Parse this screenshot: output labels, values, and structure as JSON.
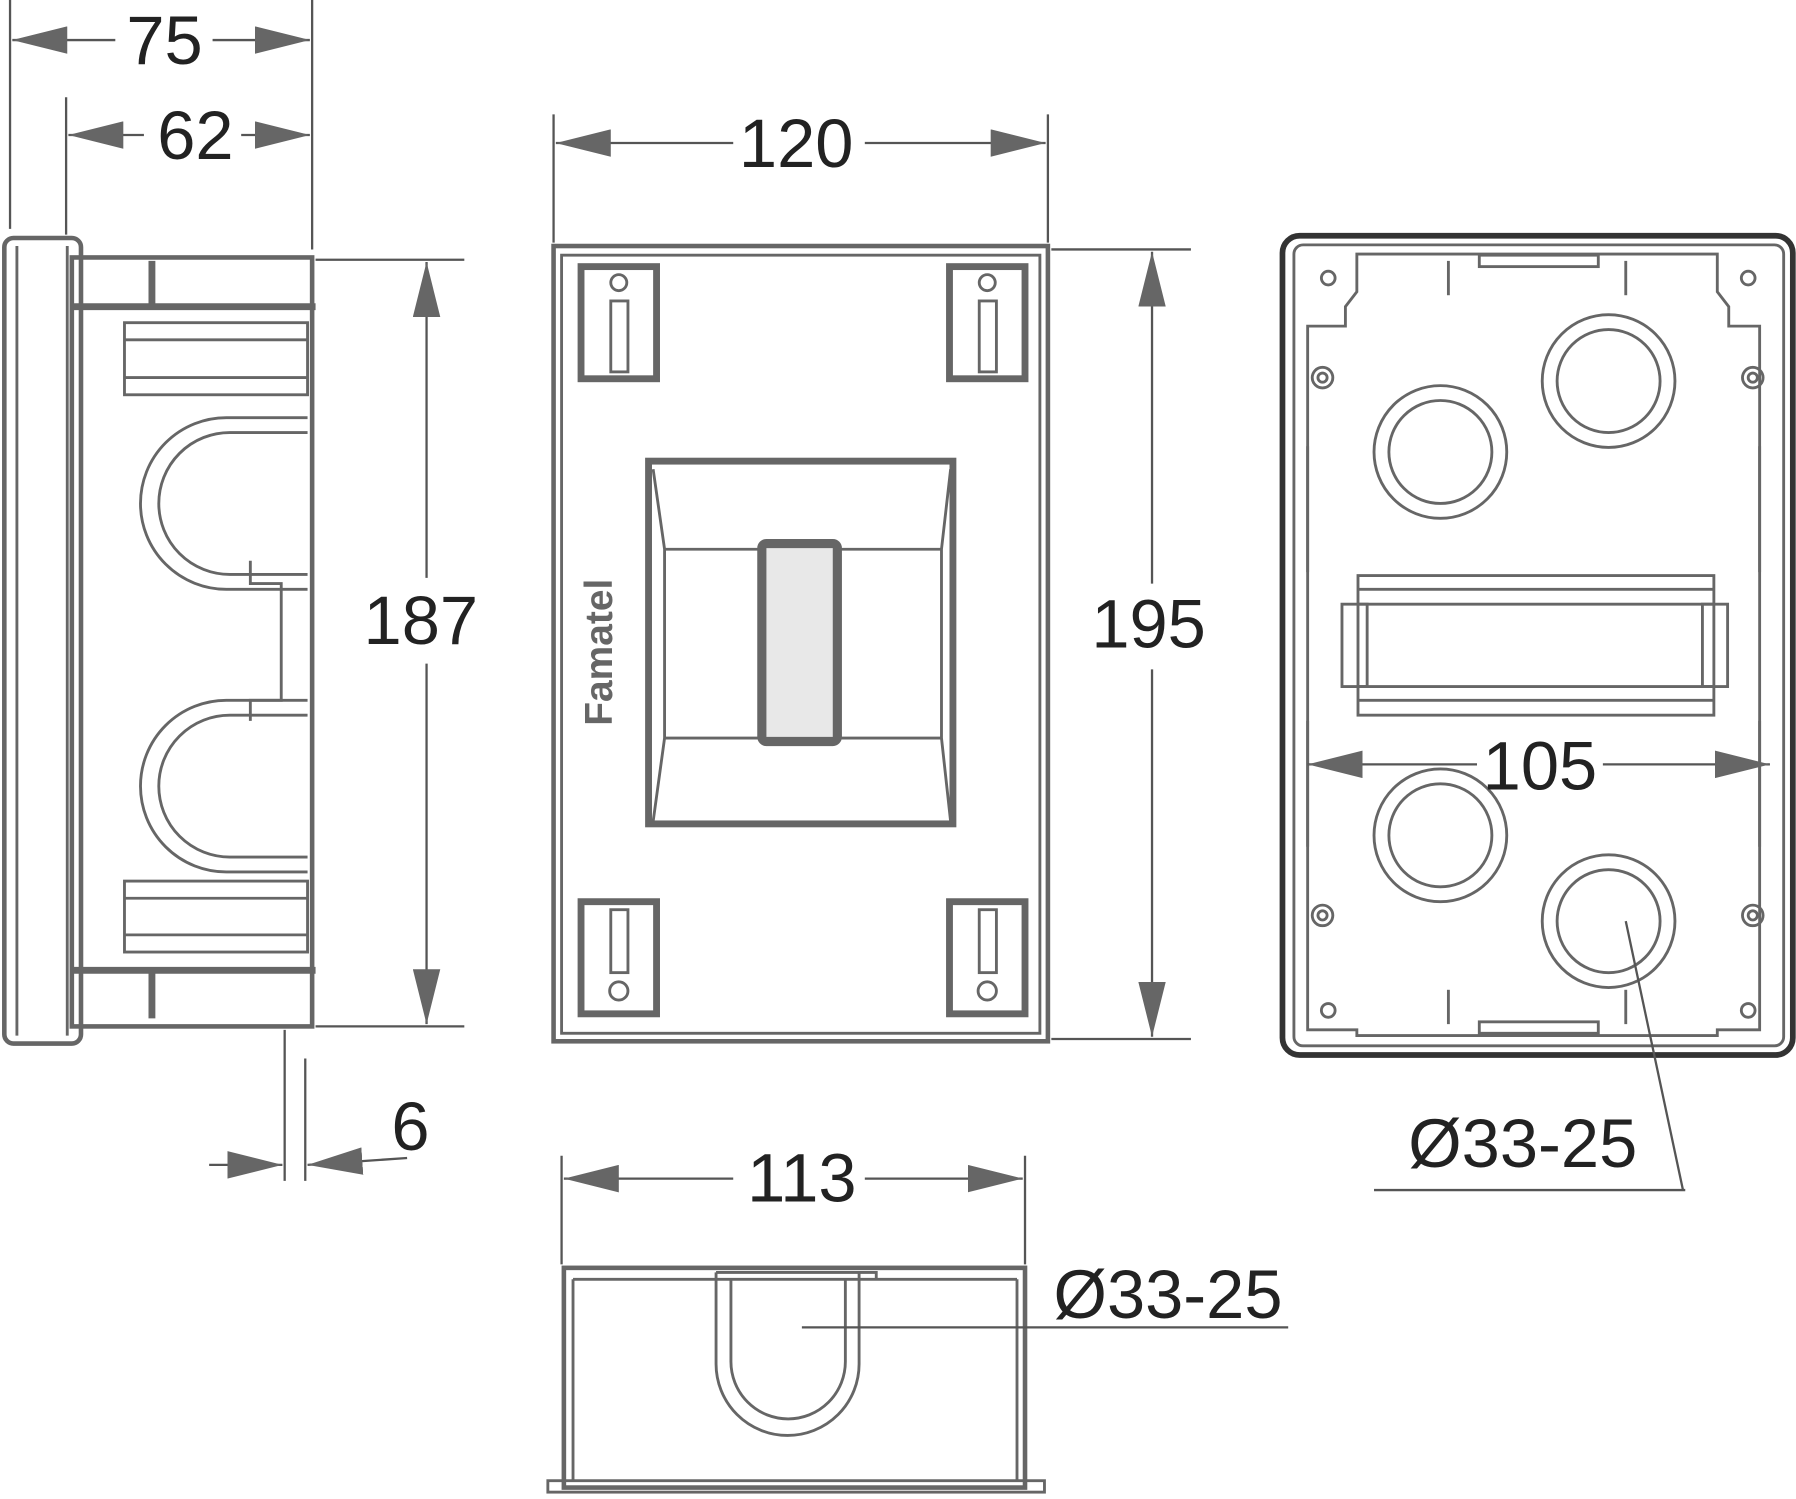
{
  "dimensions": {
    "side_overall_depth": "75",
    "side_body_depth": "62",
    "side_height": "187",
    "flange_offset": "6",
    "front_width": "120",
    "front_height": "195",
    "back_inner_width": "105",
    "back_knockout_diameter": "Ø33-25",
    "bottom_width": "113",
    "bottom_knockout_diameter": "Ø33-25"
  },
  "brand": {
    "logo_text": "Famatel"
  },
  "colors": {
    "line": "#666666",
    "text": "#222222",
    "window_fill": "#e8e8e8"
  }
}
